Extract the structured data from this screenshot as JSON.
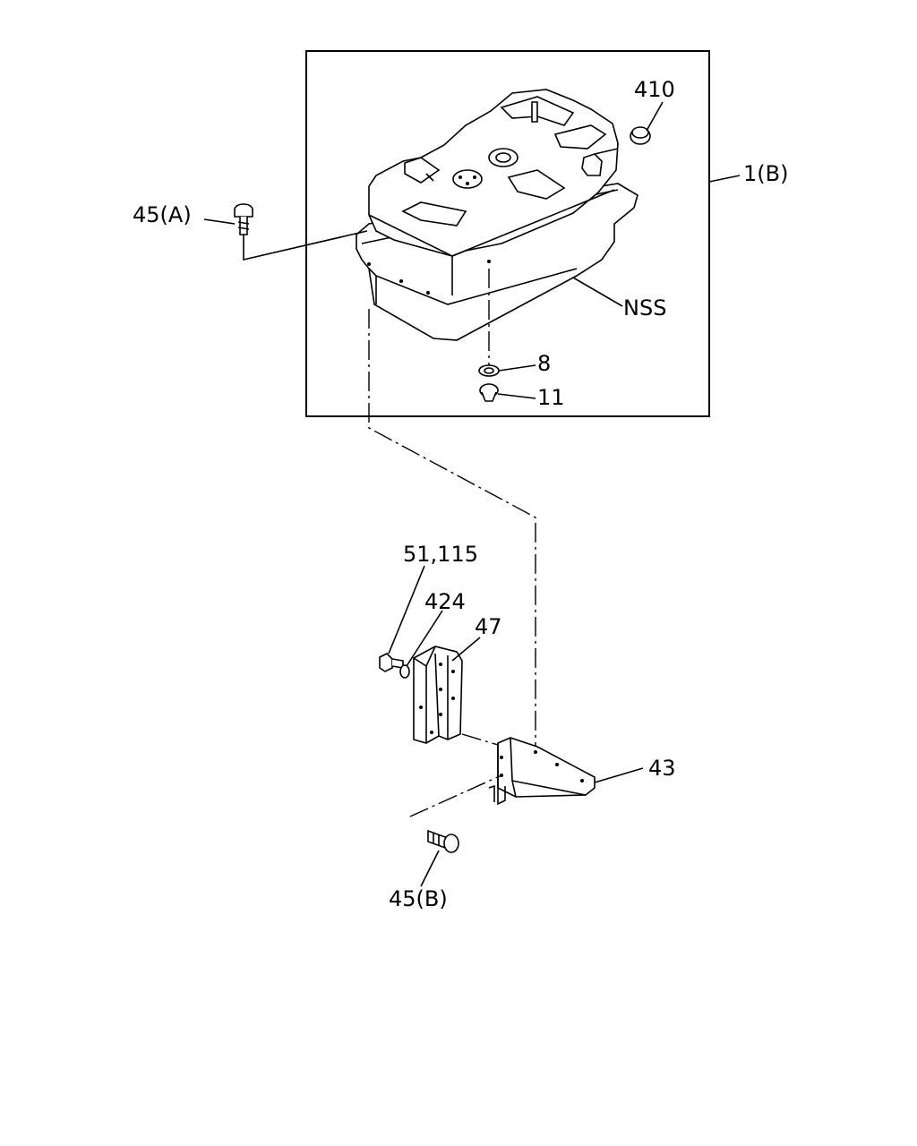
{
  "callouts": {
    "c410": "410",
    "c1b": "1(B)",
    "c45a": "45(A)",
    "cnss": "NSS",
    "c8": "8",
    "c11": "11",
    "c51115": "51,115",
    "c424": "424",
    "c47": "47",
    "c43": "43",
    "c45b": "45(B)"
  }
}
